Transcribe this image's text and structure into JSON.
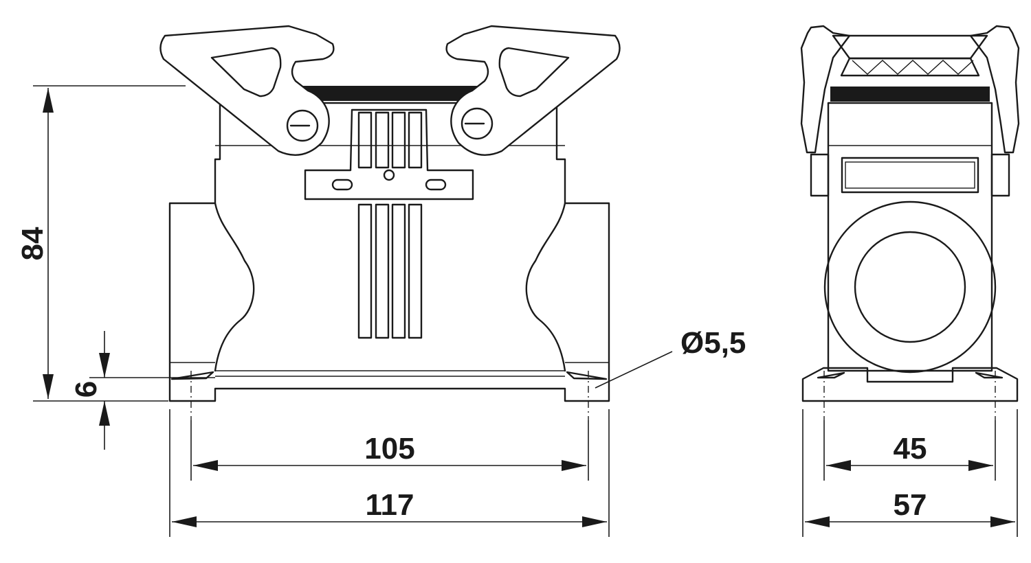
{
  "dimensions": {
    "height_total": "84",
    "base_height": "6",
    "hole_diameter": "Ø5,5",
    "hole_spacing_front": "105",
    "overall_width_front": "117",
    "hole_spacing_side": "45",
    "overall_width_side": "57"
  },
  "views": [
    "front-view",
    "side-view"
  ],
  "colors": {
    "line": "#1a1a1a",
    "background": "#ffffff"
  }
}
